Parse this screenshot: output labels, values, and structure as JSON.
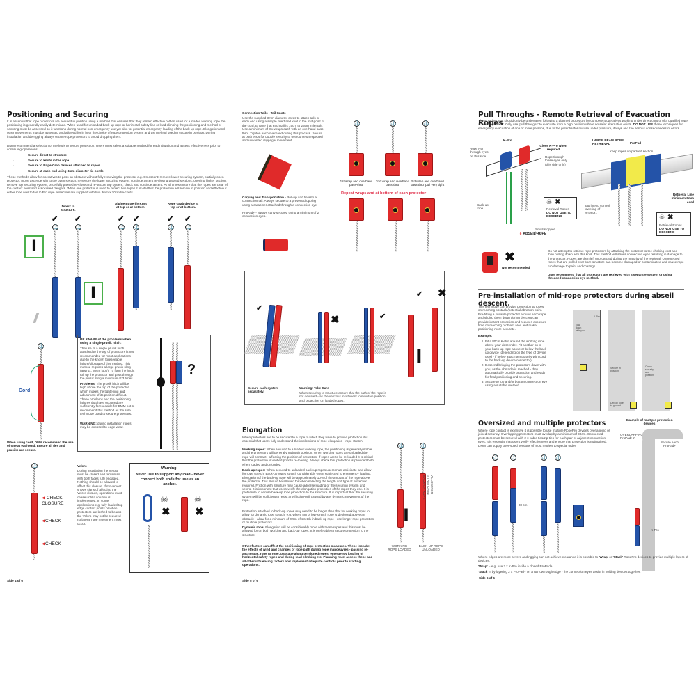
{
  "page4": {
    "title": "Positioning and Securing",
    "intro": "It is essential that rope protectors are secured in position using a method that ensures that they remain effective. When used for a loaded working rope the positioning is generally easily determined. When used for unloaded back-up rope or horizontal safety line or lead climbing the positioning and method of securing must be assessed so it functions during normal non-emergency use yet also for potential emergency loading of the back-up rope. Elongation and other movements must be assessed and allowed for in both the choice of rope protection system and the method used to secure in position. During installation and de-rigging always secure rope protectors to avoid dropping them.",
    "recommend": "DMM recommend a selection of methods to secure protection. Users must select a suitable method for each situation and assess effectiveness prior to continuing operations.",
    "methods": [
      "Secure direct to structure",
      "Secure to knots in the rope",
      "Secure to Rope Grab devices attached to ropes",
      "Secure at each end using 3mm diameter tie-cords"
    ],
    "methods_text": "These methods allow for operatives to pass an obstacle without fully removing the protector e.g. On ascent: remove lower securing system, partially open protector, move ascenders in to the open section, re-secure the lower securing system, continue ascent re-closing passed sections, opening higher section, remove top securing system, once fully passed re-close and re-secure top system, check and continue ascent. At all times ensure that the ropes are clear of the contact point and associated dangers. When one protector is used to protect two ropes it is vital that the protection will remain in position and effective if either rope was to fail. K-Pro rope protectors are supplied with two 3mm x 70cm tie-cords.",
    "labels": {
      "direct": "Direct to structure.",
      "alpine": "Alpine Butterfly Knot at top or at bottom.",
      "grab": "Rope Grab device at top or at bottom."
    },
    "cord_label": "Cord",
    "cord_caption": "When using cord, DMM recommend the use of one at each end. Ensure all ties and prusiks are secure.",
    "prusik_box": {
      "heading": "BE AWARE of the problems when using a single prusik hitch:",
      "p1": "The use of a single prusik hitch attached to the top of protectors is not recommended for most applications due to the known foreseeable failure/slippage of this method. This method requires a large prusik sling (approx. 30cm loop). To form the hitch, roll up the protector and pass through the prusik sling a minimum of 3 times.",
      "p2_label": "Problems:",
      "p2": "The prusik hitch will be high above the top of the protector which makes the tightening and adjustment of its position difficult. These problems and the positioning failures that have occurred are sufficiently foreseeable for DMM not to recommend this method as the sole technique used to secure protectors.",
      "p3_label": "WARNING:",
      "p3": "during installation ropes may be exposed to edge wear.",
      "question": "?"
    },
    "check_labels": [
      "CHECK CLOSURE",
      "CHECK",
      "CHECK"
    ],
    "velcro": {
      "heading": "Velcro",
      "text": "During installation the Velcro must be closed and remain so with both faces fully engaged. Nothing should be allowed to affect this closure. If movement shows signs of affecting the Velcro closure, operations must cease until a solution is implemented. In some applications e.g. fully loaded top edge contact points or when protectors are lashed to beams the Velcro may not be required - no lateral rope movement must occur."
    },
    "warning_box": {
      "title": "Warning!",
      "text": "Never use to support any load - never connect both ends for use as an anchor."
    },
    "page_number": "Side 4 of 6"
  },
  "page5": {
    "tails": {
      "heading": "Connection Tails - Tail Knots",
      "text": "Use the supplied 3mm diameter cords to attach tails at each end using a simple overhand knot in the mid-point of the cord. Ensure that each tail is 15cm to 25cm in length. Use a minimum of 3 x wraps each with an overhand pass thro'. Tighten each overhand during this process. Secure at both ends for double security to overcome unexpected and unwanted slippage/ movement."
    },
    "wrap_captions": [
      "1st wrap and overhand pass-thro'",
      "2nd wrap and overhand pass-thro'",
      "3rd wrap and overhand pass-thro' pull very tight"
    ],
    "repeat_text": "Repeat wraps and at bottom of each protector",
    "carrying": {
      "heading": "Carying and Transportation -",
      "text": "Roll-up and tie with a connection tail. Always secure to a prevent dropping using a carabiner attached through a connection eye.",
      "text2": "ProPad+ - always carry secured using a minimum of 2 connection eyes."
    },
    "systems_box": {
      "secure_caption": "Secure each system separately.",
      "warning_title": "Warning! Take Care",
      "warning_text": "When securing to structure ensure that the path of the rope is not deviated - as the velcro is insufficient to maintain position and protection on loaded ropes."
    },
    "elongation": {
      "title": "Elongation",
      "intro": "When protectors are to be secured to a rope to which they have to provide protection it is essential that users fully understand the implications of rope elongation - rope stretch.",
      "working_label": "Working ropes:",
      "working": "When secured to a loaded working rope, the positioning is generally stable and the protectors will generally maintain position. When working ropes are unloaded the rope will contract - affecting the position of protection. If ropes are to be re-loaded it is critical that the protection is verified prior to re-loading. Always check that protection is provided both when loaded and unloaded.",
      "backup_label": "Back-up ropes:",
      "backup": "When secured to unloaded back-up ropes users must anticipate and allow for rope stretch. Back-up ropes stretch considerably when subjected to emergency loading. Elongation of the back-up rope will be approximately 10% of the amount of the rope above the protector. This should be allowed for when selecting the length and type of protection required. Friction with structure may cause adverse loading of the securing system and velcro. It is important that users verify the elongation properties of the ropes they use. It is preferable to secure back-up rope protection to the structure. It is important that the securing system will be sufficient to resist any friction-pull caused by any dynamic movement of the rope.",
      "protection": "Protection attached to back-up ropes may need to be longer than that for working ropes to allow for dynamic rope stretch, e.g. where 5m of low-stretch rope is deployed above an obstacle - allow for a minimum of 0.5m of stretch in back-up rope - use longer rope protection or multiple protectors.",
      "dynamic_label": "Dynamic rope:",
      "dynamic": "Elongation will be considerably more with these ropes and this must be allowed for on both working and back-up ropes. It is preferable to secure protection to the structure.",
      "other_factors": "Other factors can affect the positioning of rope protection measures. These include: the effects of wind and changes of rope path during rope manoeuvres - passing re-anchorage, rope to rope, passage along tensioned ropes, emergency loading of horizontal safety ropes and during lead climbing etc. Planning must assess these and all other influencing factors and implement adequate controls prior to starting operations.",
      "stretch_label": "ALLOW FOR STRETCH IN BACK-UP ROPE",
      "working_rope_label": "WORKING ROPE LOADED",
      "backup_rope_label": "BACK-UP ROPE UNLOADED"
    },
    "page_number": "Side 5 of 6"
  },
  "page6": {
    "pull": {
      "title": "Pull Throughs - Remote Retrieval of Evacuation Ropes",
      "intro": "These techniques should only be undertaken following a planned procedure by competent operatives working under direct control of a qualified rope access supervisor. Only use 'pull throughs' to evacuate from a high position where no safer alternative exists.",
      "do_not_label": "DO NOT USE",
      "do_not": "these techniques for emergency evacuation of one or more persons, due to the potential for misuse under pressure, delays and the serious consequences of errors.",
      "labels": {
        "kpro": "K-Pro",
        "rope_not": "Rope NOT through eyes on this side",
        "close_kpro": "Close K-Pro when required",
        "rope_through": "Rope through these eyes only (this side only)",
        "backup": "Back-up rope",
        "small_stopper": "Small stopper knot",
        "abseil": "ABSEIL ROPE",
        "retrieval_ropes": "Retrieval Ropes",
        "do_not_descend": "DO NOT USE TO DESCEND",
        "large_beam": "LARGE BEAM ROPE RETRIEVAL",
        "propad": "ProPad+",
        "keep_ropes": "Keep ropes on padded section",
        "tag_line": "Tag line to control lowering of ProPad+",
        "retrieval_line": "Retrieval Line minimum 6mm cord",
        "not_recommended": "Not recommended"
      },
      "warning_text": "Do not attempt to retrieve rope protectors by attaching the protector to the choking knot and then pulling down with this knot. This method will stress connection eyes resulting in damage to the protector. Ropes are then left unprotected during the majority of the retrieval. Unprotected ropes that are pulled over bare structure can become damaged or contaminated and cause rope rub damage to paint and coatings.",
      "recommend": "DMM recommend that all protectors are retrieved with a separate system or using threaded connection eye method."
    },
    "preinstall": {
      "title": "Pre-installation of mid-rope protectors during abseil descent.",
      "intro": "This technique can provide protection to ropes on reaching obstacle/potential abrasion point. Pre-fitting a suitable protector around each rope and sliding them down during descent can provide instant protection and reduces exposure time on reaching problem area and make positioning more accurate.",
      "example_label": "Example:",
      "steps": [
        "Fit a 80cm K-Pro around the working rope above your descender. Fit another on to your back-up rope above or below the back-up device (depending on the type of device used - if below attach temporarily with cord to the back-up device connector).",
        "Descend bringing the protectors down with you, as the obstacle is reached - they automatically provide protection and ready for final positioning and securing.",
        "Secure to top and/or bottom connection eye using a suitable method."
      ],
      "diagram_labels": [
        "Tow down with you",
        "K-Pro",
        "Secure in position",
        "Deploy rope to ground",
        "Check security and position"
      ]
    },
    "oversized": {
      "title": "Oversized and multiple protectors",
      "text": "Where rope contact is extensive it is possible to use multiple RopePro devices overlapping or joined securley. Overlapping protectors must overlap by a minimum of 30cm. Connected protectors must be secured with 2 x cable ties/zip-ties for each pair of adjacent connection eyes. It is essential that users verify effectiveness and ensure that protection is maintained. DMM can supply over-sized versions of most models to special order.",
      "overlap_label": "30 cm",
      "example_title": "Example of multiple protection devices",
      "overlapping_label": "OVERLAPPING ProPad+s'",
      "secure_each": "Secure each ProPad+",
      "kpro_label": "K-Pro",
      "edges_text_a": "Where edges are more severe and rigging can not achieve clearance it is possible to",
      "wrap_word": "'Wrap'",
      "or_word": "or",
      "stack_word": "'Stack'",
      "edges_text_b": "RopePro devices to provide multiple layers of devices.",
      "wrap_def": "= e.g. use 2 x K-Pro inside a closed ProPad+.",
      "stack_def": "= by layering 2 x ProPad+ on a narrow rough edge - the connection eyes assist in holding devices together."
    },
    "page_number": "Side 6 of 6"
  },
  "colors": {
    "red": "#e02a2a",
    "blue": "#2453a8",
    "green": "#4bb04b",
    "yellow": "#f2ea4a",
    "accent_red_text": "#e0304a",
    "cord_blue": "#2c5aa8"
  },
  "icons": {
    "anchor": "⚓",
    "check": "✔",
    "cross": "✖",
    "skull": "☠",
    "arrow_left": "⬅",
    "arrow_down": "⬇"
  }
}
